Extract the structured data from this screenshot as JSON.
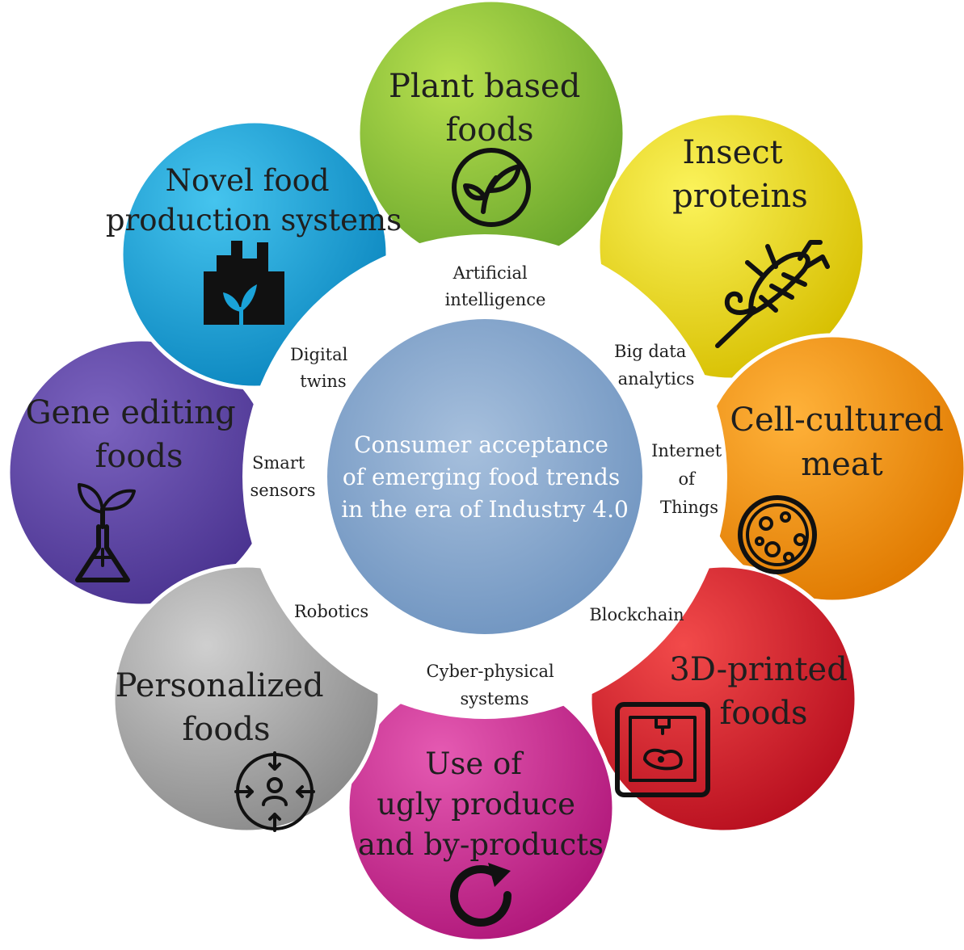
{
  "center": {
    "lines": [
      "Consumer acceptance",
      "of emerging food trends",
      "in the era of Industry 4.0"
    ]
  },
  "petals": [
    {
      "lines": [
        "Plant based",
        "foods"
      ],
      "icon": "leaf-icon",
      "color": "#8cc63f"
    },
    {
      "lines": [
        "Insect",
        "proteins"
      ],
      "icon": "insect-icon",
      "color": "#e6d300"
    },
    {
      "lines": [
        "Cell-cultured",
        "meat"
      ],
      "icon": "petri-dish-icon",
      "color": "#f08c00"
    },
    {
      "lines": [
        "3D-printed",
        "foods"
      ],
      "icon": "3d-printer-icon",
      "color": "#d81e2c"
    },
    {
      "lines": [
        "Use of",
        "ugly produce",
        "and by-products"
      ],
      "icon": "recycle-arrow-icon",
      "color": "#d12a8f"
    },
    {
      "lines": [
        "Personalized",
        "foods"
      ],
      "icon": "personalization-icon",
      "color": "#9a9a9a"
    },
    {
      "lines": [
        "Gene editing",
        "foods"
      ],
      "icon": "flask-plant-icon",
      "color": "#5a3f9e"
    },
    {
      "lines": [
        "Novel food",
        "production systems"
      ],
      "icon": "factory-icon",
      "color": "#1aa3d9"
    }
  ],
  "technologies": [
    {
      "lines": [
        "Artificial",
        "intelligence"
      ]
    },
    {
      "lines": [
        "Big data",
        "analytics"
      ]
    },
    {
      "lines": [
        "Internet",
        "of",
        "Things"
      ]
    },
    {
      "lines": [
        "Blockchain"
      ]
    },
    {
      "lines": [
        "Cyber-physical",
        "systems"
      ]
    },
    {
      "lines": [
        "Robotics"
      ]
    },
    {
      "lines": [
        "Smart",
        "sensors"
      ]
    },
    {
      "lines": [
        "Digital",
        "twins"
      ]
    }
  ]
}
